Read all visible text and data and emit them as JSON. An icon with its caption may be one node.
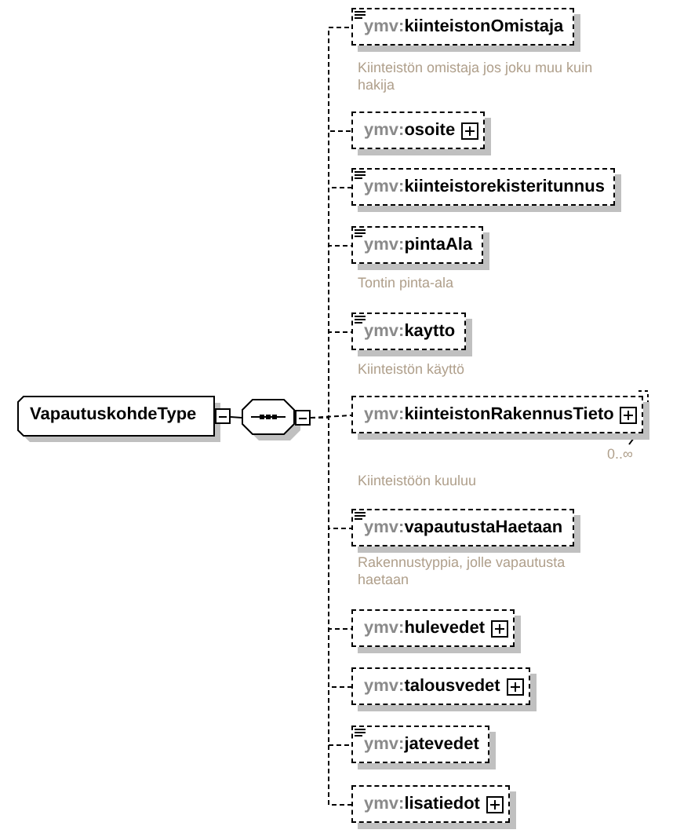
{
  "diagram": {
    "nodes": [
      {
        "text": [
          "VapautuskohdeType"
        ]
      },
      {
        "text": [],
        "shape": "octagon"
      },
      {
        "text": [
          "ymv:kiinteistonOmistaja"
        ],
        "beside": [
          "Kiinteistön omistaja jos joku muu kuin hakija"
        ]
      },
      {
        "text": [
          "ymv:osoite"
        ]
      },
      {
        "text": [
          "ymv:kiinteistorekisteritunnus"
        ]
      },
      {
        "text": [
          "ymv:pintaAla"
        ],
        "beside": [
          "Tontin pinta-ala"
        ]
      },
      {
        "text": [
          "ymv:kaytto"
        ],
        "beside": [
          "Kiinteistön käyttö"
        ]
      },
      {
        "text": [
          "ymv:kiinteistonRakennusTieto"
        ],
        "beside": [
          "0..∞"
        ]
      },
      {
        "text": [
          "ymv:vapautustaHaetaan"
        ],
        "beside": [
          "Rakennustyppia, jolle vapautusta haetaan"
        ]
      },
      {
        "text": [
          "ymv:hulevedet"
        ]
      },
      {
        "text": [
          "ymv:talousvedet"
        ]
      },
      {
        "text": [
          "ymv:jatevedet"
        ]
      },
      {
        "text": [
          "ymv:lisatiedot"
        ]
      }
    ],
    "edges": [
      {
        "from": 0,
        "to": 1,
        "arrow": "none"
      },
      {
        "from": 1,
        "to": 2,
        "arrow": "none",
        "style": "dashed"
      },
      {
        "from": 1,
        "to": 3,
        "arrow": "none",
        "style": "dashed"
      },
      {
        "from": 1,
        "to": 4,
        "arrow": "none",
        "style": "dashed"
      },
      {
        "from": 1,
        "to": 5,
        "arrow": "none",
        "style": "dashed"
      },
      {
        "from": 1,
        "to": 6,
        "arrow": "none",
        "style": "dashed"
      },
      {
        "from": 1,
        "to": 7,
        "arrow": "none",
        "style": "dashed"
      },
      {
        "from": 1,
        "to": 8,
        "arrow": "none",
        "style": "dashed"
      },
      {
        "from": 1,
        "to": 9,
        "arrow": "none",
        "style": "dashed"
      },
      {
        "from": 1,
        "to": 10,
        "arrow": "none",
        "style": "dashed"
      },
      {
        "from": 1,
        "to": 11,
        "arrow": "none",
        "style": "dashed"
      },
      {
        "from": 1,
        "to": 12,
        "arrow": "none",
        "style": "dashed"
      }
    ],
    "labels": [
      "Kiinteistöön kuuluu"
    ]
  }
}
